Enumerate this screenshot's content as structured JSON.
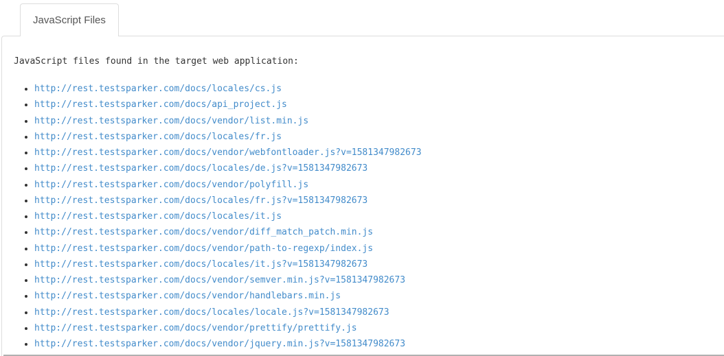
{
  "tab": {
    "label": "JavaScript Files"
  },
  "content": {
    "heading": "JavaScript files found in the target web application:",
    "urls": [
      "http://rest.testsparker.com/docs/locales/cs.js",
      "http://rest.testsparker.com/docs/api_project.js",
      "http://rest.testsparker.com/docs/vendor/list.min.js",
      "http://rest.testsparker.com/docs/locales/fr.js",
      "http://rest.testsparker.com/docs/vendor/webfontloader.js?v=1581347982673",
      "http://rest.testsparker.com/docs/locales/de.js?v=1581347982673",
      "http://rest.testsparker.com/docs/vendor/polyfill.js",
      "http://rest.testsparker.com/docs/locales/fr.js?v=1581347982673",
      "http://rest.testsparker.com/docs/locales/it.js",
      "http://rest.testsparker.com/docs/vendor/diff_match_patch.min.js",
      "http://rest.testsparker.com/docs/vendor/path-to-regexp/index.js",
      "http://rest.testsparker.com/docs/locales/it.js?v=1581347982673",
      "http://rest.testsparker.com/docs/vendor/semver.min.js?v=1581347982673",
      "http://rest.testsparker.com/docs/vendor/handlebars.min.js",
      "http://rest.testsparker.com/docs/locales/locale.js?v=1581347982673",
      "http://rest.testsparker.com/docs/vendor/prettify/prettify.js",
      "http://rest.testsparker.com/docs/vendor/jquery.min.js?v=1581347982673"
    ]
  },
  "colors": {
    "link": "#428bca",
    "border": "#dddddd",
    "tab_text": "#555555",
    "body_text": "#333333",
    "bottom_divider": "#b0b0b0"
  }
}
